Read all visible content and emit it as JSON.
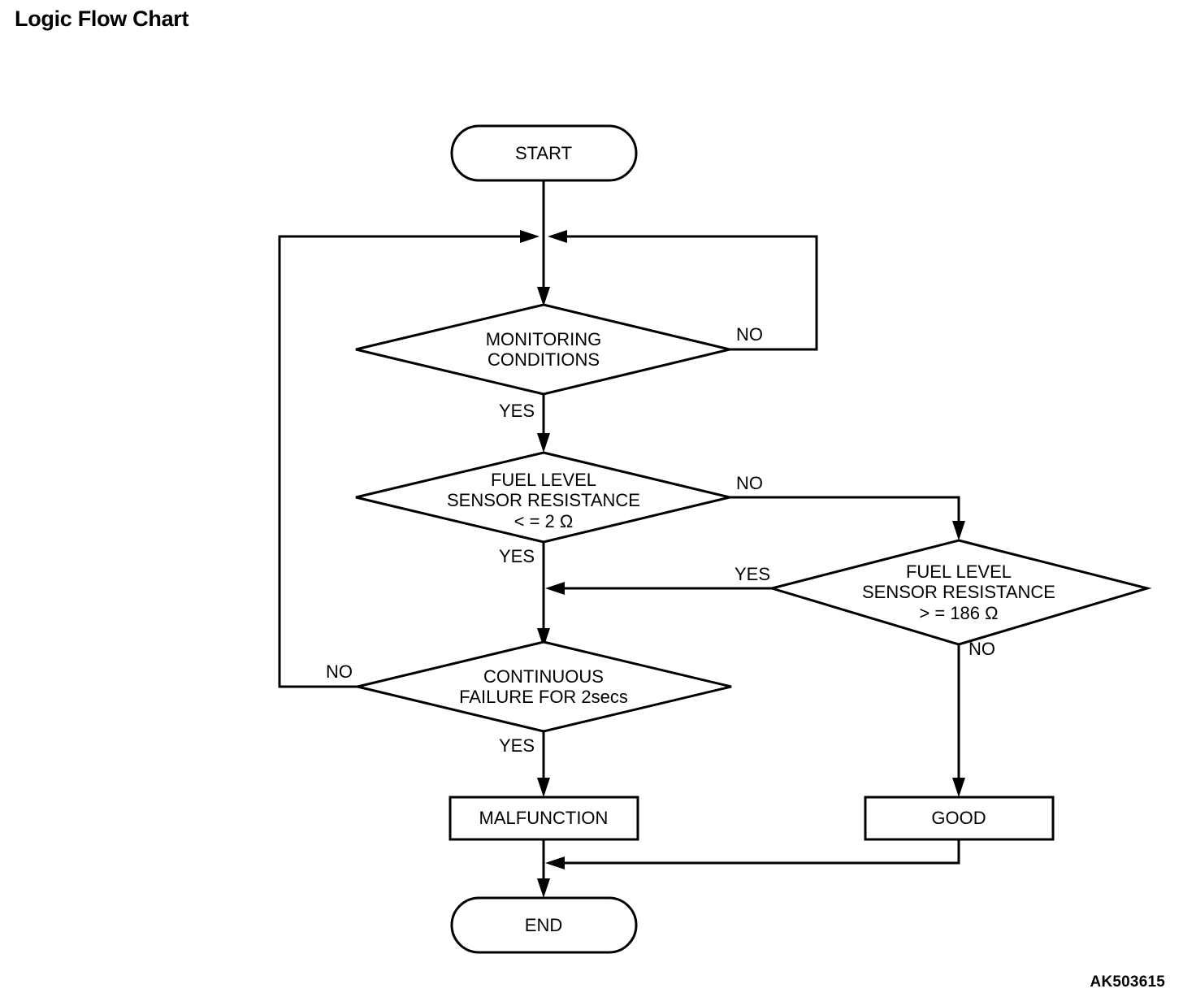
{
  "page": {
    "title": "Logic Flow Chart",
    "figure_code": "AK503615"
  },
  "chart_data": {
    "type": "diagram",
    "title": "Logic Flow Chart",
    "diagram_kind": "flowchart",
    "nodes": [
      {
        "id": "start",
        "shape": "terminator",
        "label": "START"
      },
      {
        "id": "monitoring",
        "shape": "decision",
        "label_lines": [
          "MONITORING",
          "CONDITIONS"
        ]
      },
      {
        "id": "res_low",
        "shape": "decision",
        "label_lines": [
          "FUEL LEVEL",
          "SENSOR RESISTANCE",
          "< = 2 Ω"
        ]
      },
      {
        "id": "res_high",
        "shape": "decision",
        "label_lines": [
          "FUEL LEVEL",
          "SENSOR RESISTANCE",
          "> = 186 Ω"
        ]
      },
      {
        "id": "continuous",
        "shape": "decision",
        "label_lines": [
          "CONTINUOUS",
          "FAILURE FOR 2secs"
        ]
      },
      {
        "id": "malfunction",
        "shape": "process",
        "label": "MALFUNCTION"
      },
      {
        "id": "good",
        "shape": "process",
        "label": "GOOD"
      },
      {
        "id": "end",
        "shape": "terminator",
        "label": "END"
      }
    ],
    "edges": [
      {
        "from": "start",
        "to": "monitoring",
        "label": ""
      },
      {
        "from": "monitoring",
        "to": "start_junction",
        "label": "NO"
      },
      {
        "from": "monitoring",
        "to": "res_low",
        "label": "YES"
      },
      {
        "from": "res_low",
        "to": "res_high",
        "label": "NO"
      },
      {
        "from": "res_low",
        "to": "continuous",
        "label": "YES"
      },
      {
        "from": "res_high",
        "to": "continuous",
        "label": "YES"
      },
      {
        "from": "res_high",
        "to": "good",
        "label": "NO"
      },
      {
        "from": "continuous",
        "to": "start_junction",
        "label": "NO"
      },
      {
        "from": "continuous",
        "to": "malfunction",
        "label": "YES"
      },
      {
        "from": "malfunction",
        "to": "end",
        "label": ""
      },
      {
        "from": "good",
        "to": "end",
        "label": ""
      }
    ]
  },
  "nodes": {
    "start": {
      "label": "START"
    },
    "monitoring": {
      "line1": "MONITORING",
      "line2": "CONDITIONS"
    },
    "resistance_low": {
      "line1": "FUEL LEVEL",
      "line2": "SENSOR RESISTANCE",
      "line3": "< = 2 Ω"
    },
    "resistance_high": {
      "line1": "FUEL LEVEL",
      "line2": "SENSOR RESISTANCE",
      "line3": "> = 186 Ω"
    },
    "continuous_failure": {
      "line1": "CONTINUOUS",
      "line2": "FAILURE FOR 2secs"
    },
    "malfunction": {
      "label": "MALFUNCTION"
    },
    "good": {
      "label": "GOOD"
    },
    "end": {
      "label": "END"
    }
  },
  "branch_labels": {
    "monitoring_no": "NO",
    "monitoring_yes": "YES",
    "res_low_no": "NO",
    "res_low_yes": "YES",
    "res_high_yes": "YES",
    "res_high_no": "NO",
    "continuous_no": "NO",
    "continuous_yes": "YES"
  },
  "colors": {
    "line": "#000000",
    "fill": "#ffffff",
    "text": "#000000"
  }
}
